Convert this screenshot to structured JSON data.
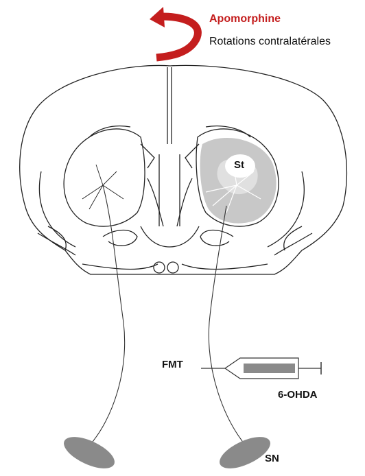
{
  "labels": {
    "drug": "Apomorphine",
    "effect": "Rotations contralatérales",
    "striatum": "St",
    "pathway": "FMT",
    "toxin": "6-OHDA",
    "nigra": "SN"
  },
  "icons": {
    "rotation_arrow": "curved-arrow-counterclockwise-icon",
    "syringe": "syringe-icon"
  },
  "colors": {
    "drug_label": "#c41e1e",
    "rotation_arrow": "#c41e1e",
    "lesion_shading": "#c8c8c8",
    "nigra_fill": "#8a8a8a",
    "syringe_barrel": "#8a8a8a"
  }
}
